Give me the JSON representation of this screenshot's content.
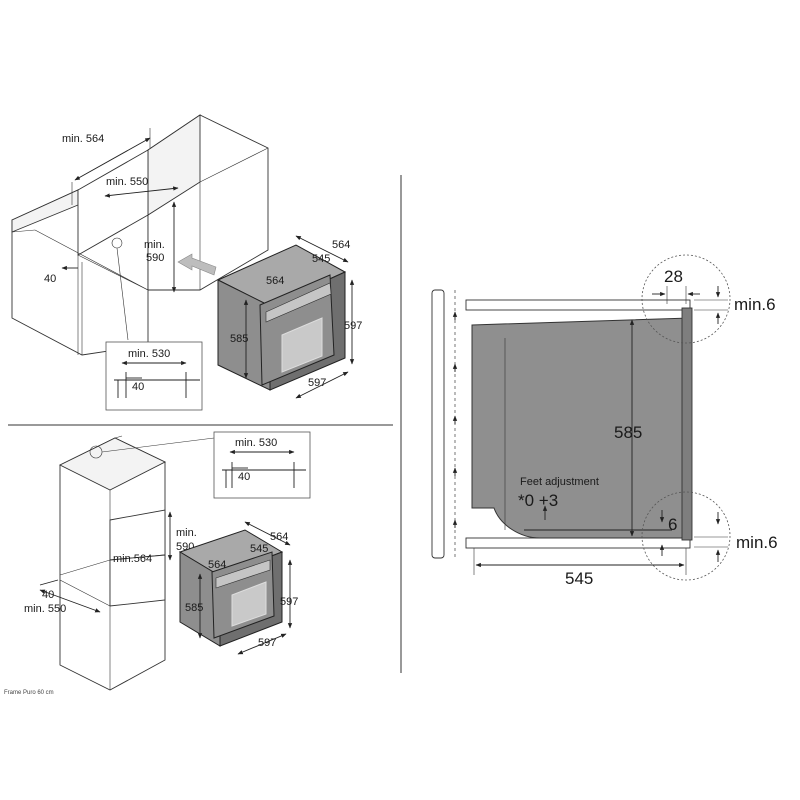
{
  "top_left": {
    "labels": {
      "min564": "min. 564",
      "min550": "min. 550",
      "min590_a": "min.",
      "min590_b": "590",
      "d40": "40",
      "d564a": "564",
      "d545": "545",
      "d564b": "564",
      "d585": "585",
      "d597a": "597",
      "d597b": "597"
    },
    "detail": {
      "min530": "min. 530",
      "d40": "40"
    }
  },
  "bottom_left": {
    "labels": {
      "min590_a": "min.",
      "min590_b": "590",
      "min564": "min.564",
      "d40": "40",
      "min550": "min. 550",
      "d564a": "564",
      "d545": "545",
      "d564b": "564",
      "d585": "585",
      "d597a": "597",
      "d597b": "597"
    },
    "detail": {
      "min530": "min. 530",
      "d40": "40"
    },
    "caption": "Frame Puro 60 cm"
  },
  "right": {
    "labels": {
      "d28": "28",
      "min6_top": "min.6",
      "d585": "585",
      "feet_adjustment": "Feet adjustment",
      "feet_values": "*0 +3",
      "d6": "6",
      "min6_bottom": "min.6",
      "d545": "545"
    }
  }
}
